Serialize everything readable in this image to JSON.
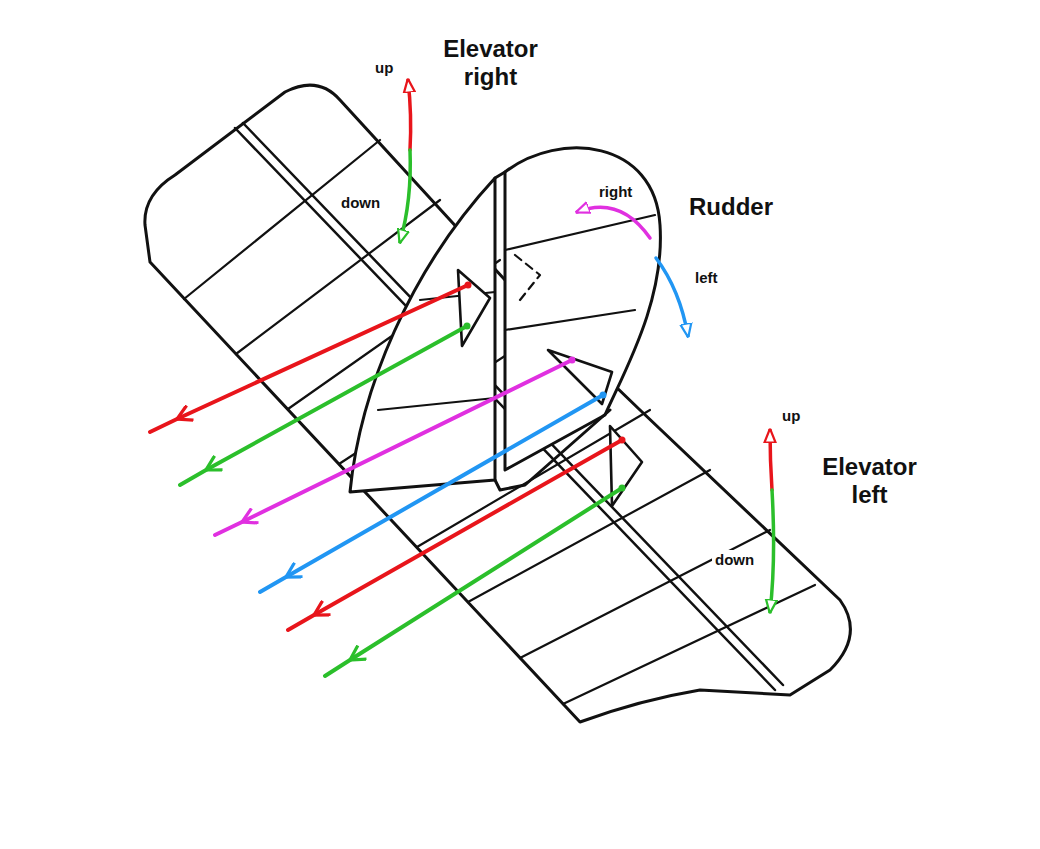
{
  "diagram": {
    "labels": [
      "up",
      "Elevator right",
      "down",
      "right",
      "Rudder",
      "left",
      "up",
      "Elevator left",
      "down"
    ]
  }
}
